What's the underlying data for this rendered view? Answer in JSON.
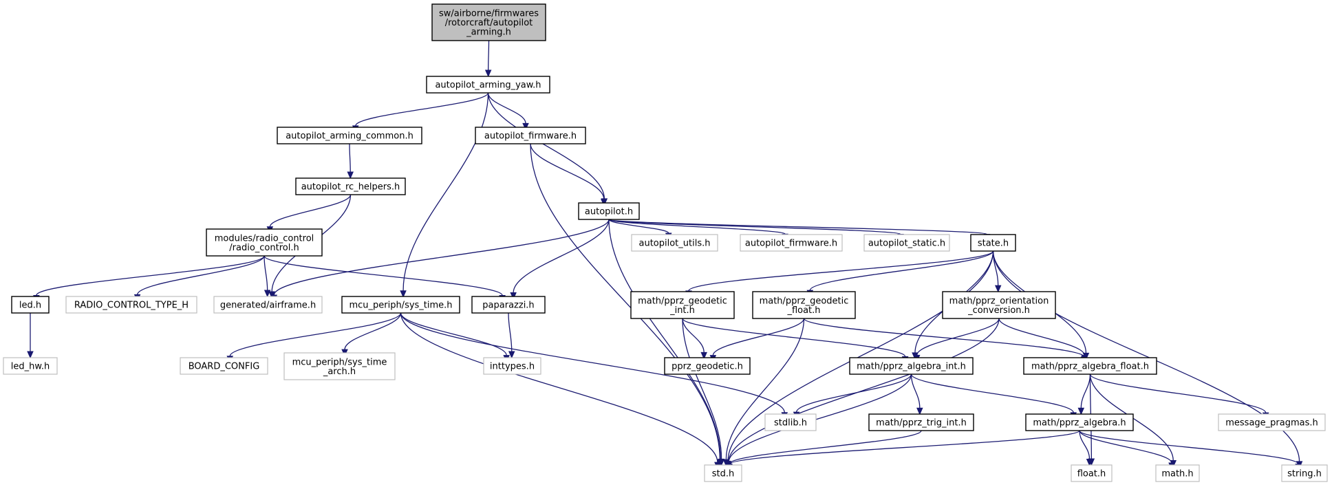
{
  "diagram": {
    "nodes": [
      {
        "id": "root",
        "kind": "root",
        "lines": [
          "sw/airborne/firmwares",
          "/rotorcraft/autopilot",
          "_arming.h"
        ]
      },
      {
        "id": "yaw",
        "kind": "documented",
        "lines": [
          "autopilot_arming_yaw.h"
        ]
      },
      {
        "id": "common",
        "kind": "documented",
        "lines": [
          "autopilot_arming_common.h"
        ]
      },
      {
        "id": "fw",
        "kind": "documented",
        "lines": [
          "autopilot_firmware.h"
        ]
      },
      {
        "id": "ap",
        "kind": "documented",
        "lines": [
          "autopilot.h"
        ]
      },
      {
        "id": "rch",
        "kind": "documented",
        "lines": [
          "autopilot_rc_helpers.h"
        ]
      },
      {
        "id": "rc",
        "kind": "documented",
        "lines": [
          "modules/radio_control",
          "/radio_control.h"
        ]
      },
      {
        "id": "utils",
        "kind": "external",
        "lines": [
          "autopilot_utils.h"
        ]
      },
      {
        "id": "fw2",
        "kind": "external",
        "lines": [
          "autopilot_firmware.h"
        ]
      },
      {
        "id": "static",
        "kind": "external",
        "lines": [
          "autopilot_static.h"
        ]
      },
      {
        "id": "state",
        "kind": "documented",
        "lines": [
          "state.h"
        ]
      },
      {
        "id": "led",
        "kind": "documented",
        "lines": [
          "led.h"
        ]
      },
      {
        "id": "rctype",
        "kind": "external",
        "lines": [
          "RADIO_CONTROL_TYPE_H"
        ]
      },
      {
        "id": "airframe",
        "kind": "external",
        "lines": [
          "generated/airframe.h"
        ]
      },
      {
        "id": "systime",
        "kind": "documented",
        "lines": [
          "mcu_periph/sys_time.h"
        ]
      },
      {
        "id": "pprz",
        "kind": "documented",
        "lines": [
          "paparazzi.h"
        ]
      },
      {
        "id": "ginti",
        "kind": "documented",
        "lines": [
          "math/pprz_geodetic",
          "_int.h"
        ]
      },
      {
        "id": "gflt",
        "kind": "documented",
        "lines": [
          "math/pprz_geodetic",
          "_float.h"
        ]
      },
      {
        "id": "orient",
        "kind": "documented",
        "lines": [
          "math/pprz_orientation",
          "_conversion.h"
        ]
      },
      {
        "id": "ledhw",
        "kind": "external",
        "lines": [
          "led_hw.h"
        ]
      },
      {
        "id": "board",
        "kind": "external",
        "lines": [
          "BOARD_CONFIG"
        ]
      },
      {
        "id": "starch",
        "kind": "external",
        "lines": [
          "mcu_periph/sys_time",
          "_arch.h"
        ]
      },
      {
        "id": "inttypes",
        "kind": "external",
        "lines": [
          "inttypes.h"
        ]
      },
      {
        "id": "geod",
        "kind": "documented",
        "lines": [
          "pprz_geodetic.h"
        ]
      },
      {
        "id": "algint",
        "kind": "documented",
        "lines": [
          "math/pprz_algebra_int.h"
        ]
      },
      {
        "id": "algflt",
        "kind": "documented",
        "lines": [
          "math/pprz_algebra_float.h"
        ]
      },
      {
        "id": "stdlib",
        "kind": "external",
        "lines": [
          "stdlib.h"
        ]
      },
      {
        "id": "trig",
        "kind": "documented",
        "lines": [
          "math/pprz_trig_int.h"
        ]
      },
      {
        "id": "alg",
        "kind": "documented",
        "lines": [
          "math/pprz_algebra.h"
        ]
      },
      {
        "id": "pragmas",
        "kind": "external",
        "lines": [
          "message_pragmas.h"
        ]
      },
      {
        "id": "std",
        "kind": "external",
        "lines": [
          "std.h"
        ]
      },
      {
        "id": "float",
        "kind": "external",
        "lines": [
          "float.h"
        ]
      },
      {
        "id": "math",
        "kind": "external",
        "lines": [
          "math.h"
        ]
      },
      {
        "id": "string",
        "kind": "external",
        "lines": [
          "string.h"
        ]
      }
    ],
    "edges": [
      [
        "root",
        "yaw"
      ],
      [
        "yaw",
        "common"
      ],
      [
        "yaw",
        "fw"
      ],
      [
        "yaw",
        "ap"
      ],
      [
        "yaw",
        "systime"
      ],
      [
        "common",
        "rch"
      ],
      [
        "fw",
        "ap"
      ],
      [
        "fw",
        "std"
      ],
      [
        "rch",
        "rc"
      ],
      [
        "rch",
        "airframe"
      ],
      [
        "rc",
        "led"
      ],
      [
        "rc",
        "rctype"
      ],
      [
        "rc",
        "airframe"
      ],
      [
        "rc",
        "pprz"
      ],
      [
        "ap",
        "airframe"
      ],
      [
        "ap",
        "pprz"
      ],
      [
        "ap",
        "std"
      ],
      [
        "ap",
        "utils"
      ],
      [
        "ap",
        "fw2"
      ],
      [
        "ap",
        "static"
      ],
      [
        "ap",
        "state"
      ],
      [
        "led",
        "ledhw"
      ],
      [
        "systime",
        "board"
      ],
      [
        "systime",
        "starch"
      ],
      [
        "systime",
        "inttypes"
      ],
      [
        "systime",
        "stdlib"
      ],
      [
        "systime",
        "std"
      ],
      [
        "pprz",
        "inttypes"
      ],
      [
        "state",
        "ginti"
      ],
      [
        "state",
        "gflt"
      ],
      [
        "state",
        "orient"
      ],
      [
        "state",
        "algint"
      ],
      [
        "state",
        "algflt"
      ],
      [
        "state",
        "std"
      ],
      [
        "state",
        "string"
      ],
      [
        "ginti",
        "geod"
      ],
      [
        "ginti",
        "algint"
      ],
      [
        "ginti",
        "std"
      ],
      [
        "gflt",
        "geod"
      ],
      [
        "gflt",
        "algflt"
      ],
      [
        "gflt",
        "std"
      ],
      [
        "orient",
        "algint"
      ],
      [
        "orient",
        "algflt"
      ],
      [
        "orient",
        "std"
      ],
      [
        "algint",
        "stdlib"
      ],
      [
        "algint",
        "trig"
      ],
      [
        "algint",
        "alg"
      ],
      [
        "algint",
        "std"
      ],
      [
        "algflt",
        "alg"
      ],
      [
        "algflt",
        "pragmas"
      ],
      [
        "algflt",
        "float"
      ],
      [
        "algflt",
        "math"
      ],
      [
        "trig",
        "std"
      ],
      [
        "alg",
        "std"
      ],
      [
        "alg",
        "float"
      ],
      [
        "alg",
        "math"
      ],
      [
        "alg",
        "string"
      ]
    ],
    "colors": {
      "edge": "#191970",
      "external_border": "#bfbfbf",
      "root_fill": "#bfbfbf",
      "node_border": "#000000"
    }
  }
}
